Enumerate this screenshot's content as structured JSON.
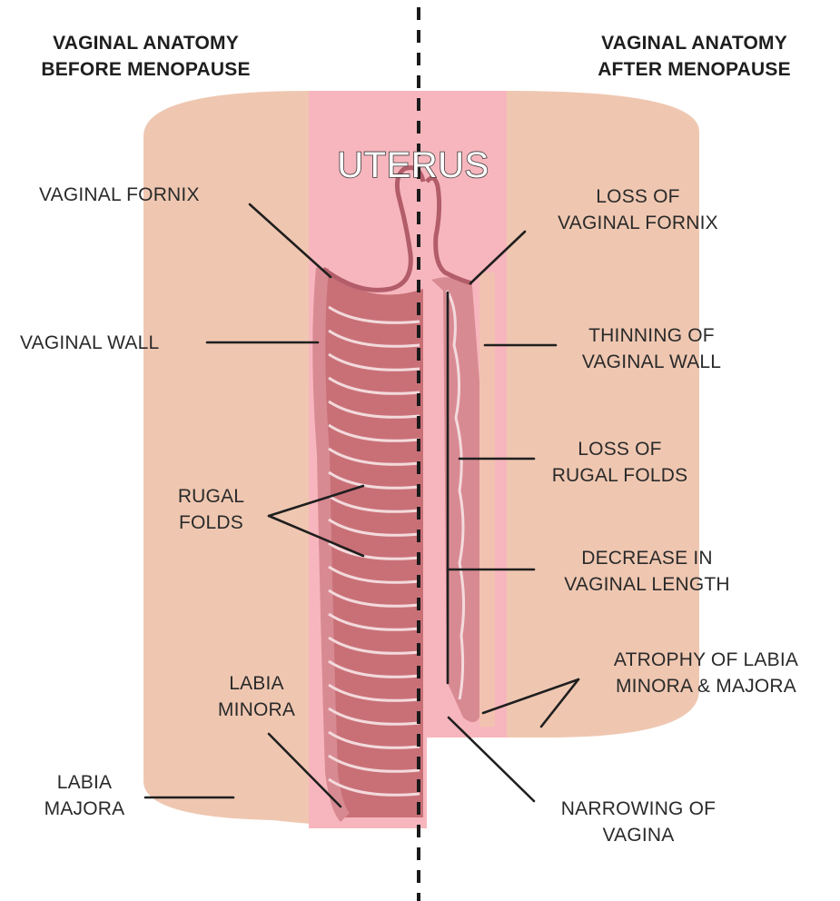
{
  "headers": {
    "before": [
      "VAGINAL ANATOMY",
      "BEFORE MENOPAUSE"
    ],
    "after": [
      "VAGINAL ANATOMY",
      "AFTER MENOPAUSE"
    ]
  },
  "organ_label": "UTERUS",
  "labels_before": {
    "vaginal_fornix": [
      "VAGINAL FORNIX"
    ],
    "vaginal_wall": [
      "VAGINAL WALL"
    ],
    "rugal_folds": [
      "RUGAL",
      "FOLDS"
    ],
    "labia_minora": [
      "LABIA",
      "MINORA"
    ],
    "labia_majora": [
      "LABIA",
      "MAJORA"
    ]
  },
  "labels_after": {
    "loss_fornix": [
      "LOSS OF",
      "VAGINAL FORNIX"
    ],
    "thinning_wall": [
      "THINNING OF",
      "VAGINAL WALL"
    ],
    "loss_rugal": [
      "LOSS OF",
      "RUGAL FOLDS"
    ],
    "decrease_length": [
      "DECREASE IN",
      "VAGINAL LENGTH"
    ],
    "atrophy_labia": [
      "ATROPHY OF LABIA",
      "MINORA & MAJORA"
    ],
    "narrowing": [
      "NARROWING OF",
      "VAGINA"
    ]
  },
  "colors": {
    "skin": "#efc7b1",
    "uterus": "#f7b6bd",
    "canal_wall": "#d88a92",
    "canal_inner": "#c97077",
    "fold_line": "#f3dadc",
    "outline": "#2b2b2b"
  }
}
